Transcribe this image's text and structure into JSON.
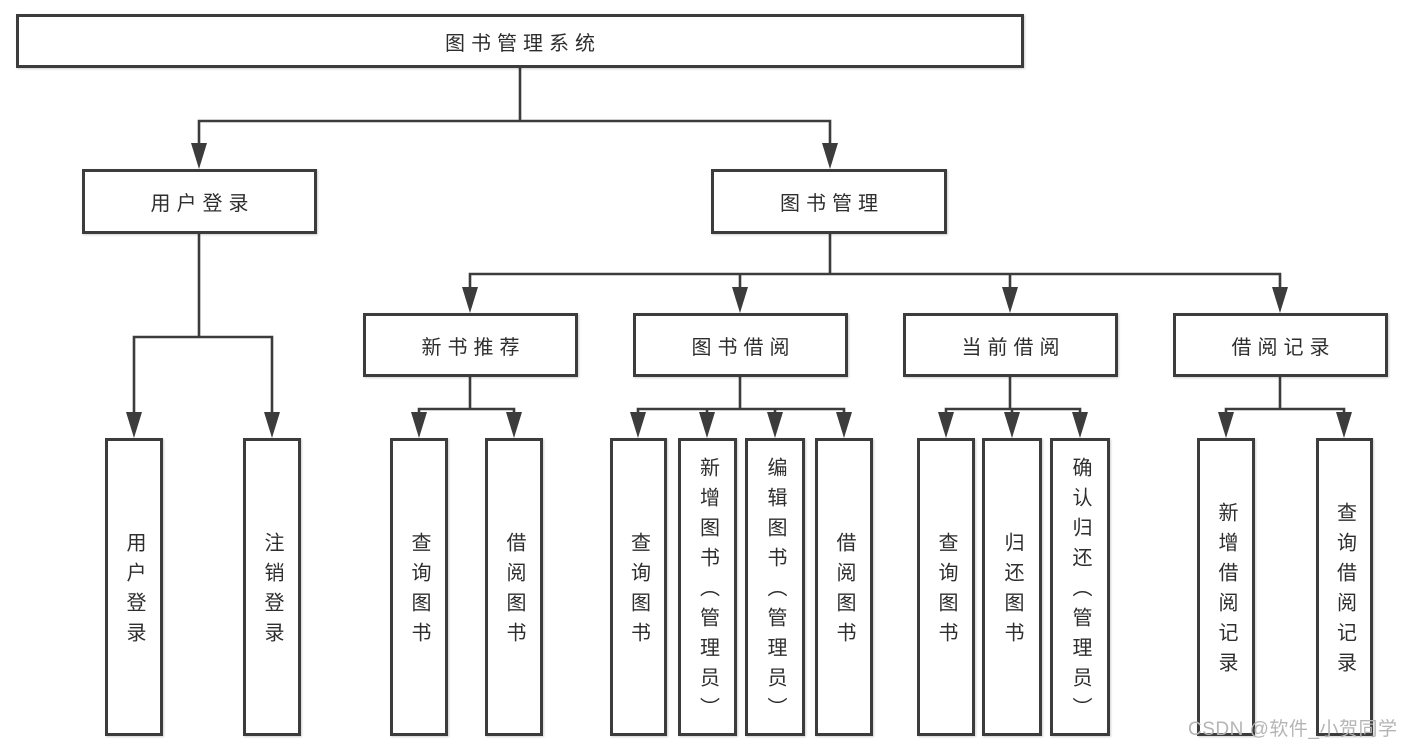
{
  "diagram_title": "图书管理系统",
  "tree": {
    "label": "图书管理系统",
    "children": [
      {
        "label": "用户登录",
        "children": [
          {
            "label": "用户登录"
          },
          {
            "label": "注销登录"
          }
        ]
      },
      {
        "label": "图书管理",
        "children": [
          {
            "label": "新书推荐",
            "children": [
              {
                "label": "查询图书"
              },
              {
                "label": "借阅图书"
              }
            ]
          },
          {
            "label": "图书借阅",
            "children": [
              {
                "label": "查询图书"
              },
              {
                "label": "新增图书（管理员）"
              },
              {
                "label": "编辑图书（管理员）"
              },
              {
                "label": "借阅图书"
              }
            ]
          },
          {
            "label": "当前借阅",
            "children": [
              {
                "label": "查询图书"
              },
              {
                "label": "归还图书"
              },
              {
                "label": "确认归还（管理员）"
              }
            ]
          },
          {
            "label": "借阅记录",
            "children": [
              {
                "label": "新增借阅记录"
              },
              {
                "label": "查询借阅记录"
              }
            ]
          }
        ]
      }
    ]
  },
  "watermark": "CSDN @软件_小贺同学",
  "colors": {
    "line": "#3c3c3c",
    "text": "#2e2e2e",
    "box_background": "#ffffff",
    "watermark": "#b5b5b5"
  }
}
